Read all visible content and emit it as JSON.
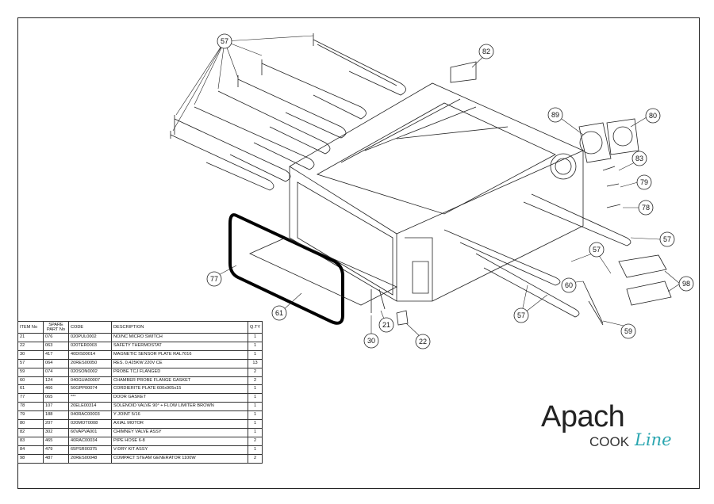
{
  "callouts": {
    "c57_top": "57",
    "c82": "82",
    "c89": "89",
    "c80": "80",
    "c83": "83",
    "c79": "79",
    "c78": "78",
    "c57_right": "57",
    "c57_mid": "57",
    "c60": "60",
    "c98": "98",
    "c59": "59",
    "c57_bottom": "57",
    "c77": "77",
    "c61": "61",
    "c21": "21",
    "c30": "30",
    "c22": "22"
  },
  "table": {
    "headers": {
      "item": "ITEM No",
      "spare": "SPARE PART No",
      "code": "CODE",
      "description": "DESCRIPTION",
      "qty": "Q.TY"
    },
    "rows": [
      {
        "item": "21",
        "spare": "076",
        "code": "020PUL0002",
        "description": "NO/NC MICRO SWITCH",
        "qty": "1"
      },
      {
        "item": "22",
        "spare": "063",
        "code": "020TER0003",
        "description": "SAFETY THERMOSTAT",
        "qty": "1"
      },
      {
        "item": "30",
        "spare": "417",
        "code": "40DIS00014",
        "description": "MAGNETIC SENSOR PLATE RAL7016",
        "qty": "1"
      },
      {
        "item": "57",
        "spare": "064",
        "code": "20RES00050",
        "description": "RES. 0,425KW 220V CE",
        "qty": "13"
      },
      {
        "item": "59",
        "spare": "074",
        "code": "020SON0002",
        "description": "PROBE TCJ FLANGED",
        "qty": "2"
      },
      {
        "item": "60",
        "spare": "124",
        "code": "040GUA00007",
        "description": "CHAMBER PROBE FLANGE  GASKET",
        "qty": "2"
      },
      {
        "item": "61",
        "spare": "466",
        "code": "50GPP00074",
        "description": "CORDIERITE PLATE 600x905x15",
        "qty": "1"
      },
      {
        "item": "77",
        "spare": "065",
        "code": "***",
        "description": "DOOR GASKET",
        "qty": "1"
      },
      {
        "item": "78",
        "spare": "107",
        "code": "20ELE00314",
        "description": "SOLENOID VALVE 90° + FLOW LIMITER BROWN",
        "qty": "1"
      },
      {
        "item": "79",
        "spare": "188",
        "code": "040RAC00003",
        "description": "Y JOINT 5/16",
        "qty": "1"
      },
      {
        "item": "80",
        "spare": "207",
        "code": "020MOT0008",
        "description": "AXIAL MOTOR",
        "qty": "1"
      },
      {
        "item": "82",
        "spare": "302",
        "code": "60VAPVA001",
        "description": "CHIMNEY VALVE ASSY",
        "qty": "1"
      },
      {
        "item": "83",
        "spare": "465",
        "code": "40RAC00034",
        "description": "PIPE HOSE 6-8",
        "qty": "2"
      },
      {
        "item": "84",
        "spare": "479",
        "code": "65PSR00375",
        "description": "V-DRY KIT ASSY",
        "qty": "1"
      },
      {
        "item": "98",
        "spare": "487",
        "code": "20RES00048",
        "description": "COMPACT STEAM GENERATOR 1100W",
        "qty": "2"
      }
    ]
  },
  "logo": {
    "brand": "Apach",
    "sub": "COOK",
    "sub2": "Line",
    "accent_color": "#2aa6b0"
  }
}
